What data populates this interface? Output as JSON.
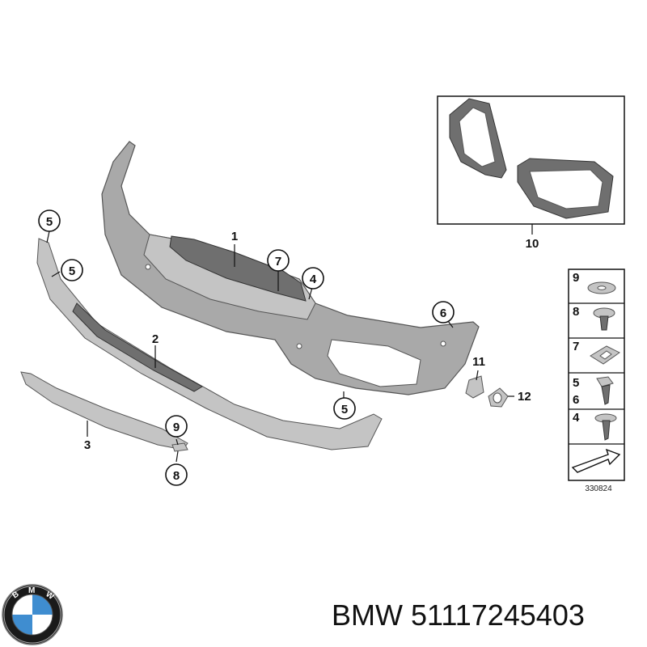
{
  "diagram": {
    "callouts": {
      "c1": "1",
      "c2": "2",
      "c3": "3",
      "c4": "4",
      "c5a": "5",
      "c5b": "5",
      "c5c": "5",
      "c6": "6",
      "c7": "7",
      "c8": "8",
      "c9": "9",
      "c10": "10",
      "c11": "11",
      "c12": "12"
    },
    "hardware_panel": {
      "rows": [
        {
          "labels": [
            "9"
          ]
        },
        {
          "labels": [
            "8"
          ]
        },
        {
          "labels": [
            "7"
          ]
        },
        {
          "labels": [
            "5",
            "6"
          ]
        },
        {
          "labels": [
            "4"
          ]
        }
      ]
    },
    "drawing_number": "330824"
  },
  "footer": {
    "brand_logo": "bmw-roundel-logo",
    "text": "BMW 51117245403"
  }
}
